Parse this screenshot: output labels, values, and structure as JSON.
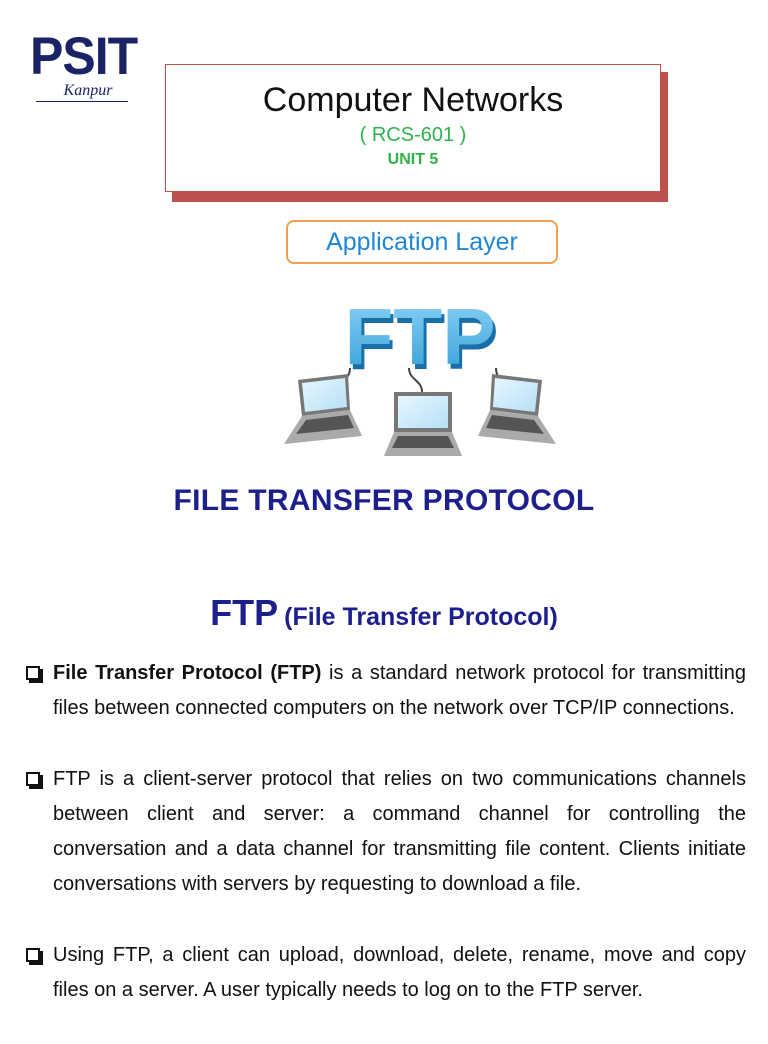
{
  "logo": {
    "name": "PSIT",
    "sub": "Kanpur"
  },
  "title": {
    "main": "Computer Networks",
    "code": "( RCS-601 )",
    "unit": "UNIT 5"
  },
  "layer_label": "Application Layer",
  "illustration": {
    "text": "FTP",
    "icon": "ftp-laptops-illustration"
  },
  "heading": "FILE TRANSFER PROTOCOL",
  "subheading": {
    "abbr": "FTP",
    "full": "(File Transfer Protocol)"
  },
  "bullets": [
    {
      "bold": "File Transfer Protocol (FTP)",
      "text": " is a standard network protocol for transmitting files between connected computers on the network over TCP/IP connections."
    },
    {
      "bold": "",
      "text": "FTP is a client-server protocol that relies on two communications channels between client and server: a command channel for controlling the conversation and a data channel for transmitting file content. Clients initiate conversations with servers by requesting to download a file."
    },
    {
      "bold": "",
      "text": "Using FTP, a client can upload, download, delete, rename, move and copy files on a server. A user typically needs to log on to the FTP server."
    }
  ],
  "colors": {
    "navy": "#1c1f8c",
    "green": "#2db34a",
    "blue": "#1f86d6",
    "border_red": "#c0504d",
    "badge_orange": "#f0a050"
  }
}
